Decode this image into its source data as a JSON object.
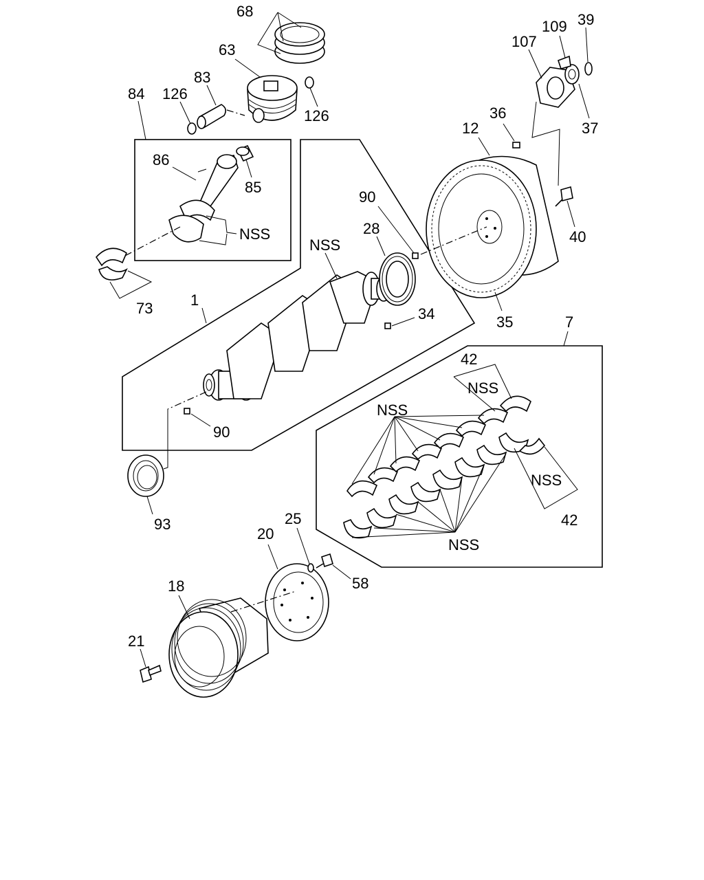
{
  "callouts": {
    "c68": "68",
    "c63": "63",
    "c83": "83",
    "c126a": "126",
    "c126b": "126",
    "c84": "84",
    "c86": "86",
    "c85": "85",
    "nss_rod": "NSS",
    "c73": "73",
    "nss_crank": "NSS",
    "c90_top": "90",
    "c28": "28",
    "c34": "34",
    "c1": "1",
    "c90_bottom": "90",
    "c93": "93",
    "c107": "107",
    "c109": "109",
    "c39": "39",
    "c36": "36",
    "c37": "37",
    "c12": "12",
    "c40": "40",
    "c35": "35",
    "c7": "7",
    "c42_top": "42",
    "nss_top": "NSS",
    "nss_left": "NSS",
    "nss_right": "NSS",
    "c42_bottom": "42",
    "nss_bottom": "NSS",
    "c25": "25",
    "c20": "20",
    "c58": "58",
    "c18": "18",
    "c21": "21"
  }
}
